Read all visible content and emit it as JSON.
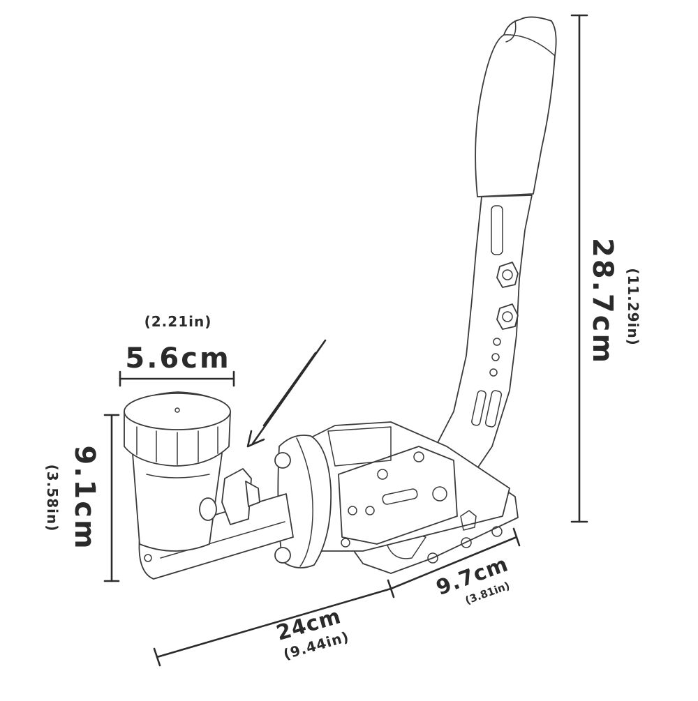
{
  "dimensions": {
    "cap_width": {
      "metric": "5.6cm",
      "imperial": "(2.21in)"
    },
    "cap_height": {
      "metric": "9.1cm",
      "imperial": "(3.58in)"
    },
    "total_length": {
      "metric": "24cm",
      "imperial": "(9.44in)"
    },
    "base_width": {
      "metric": "9.7cm",
      "imperial": "(3.81in)"
    },
    "total_height": {
      "metric": "28.7cm",
      "imperial": "(11.29in)"
    }
  }
}
